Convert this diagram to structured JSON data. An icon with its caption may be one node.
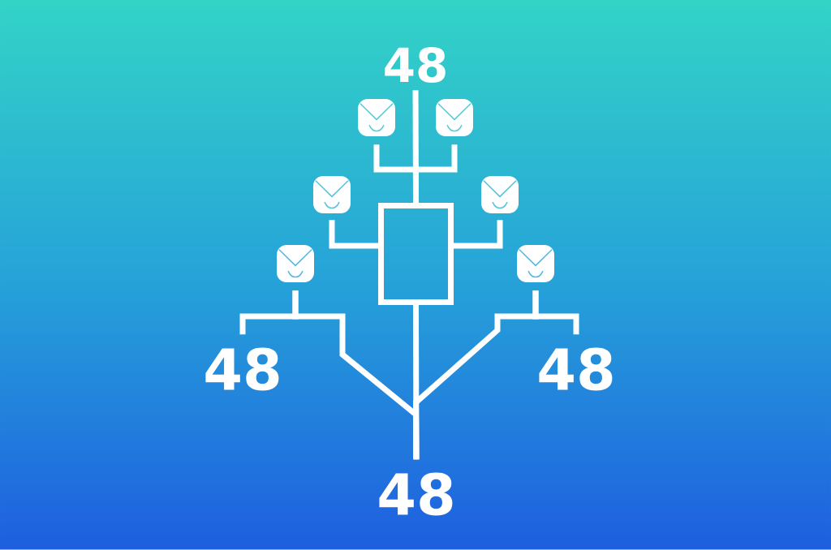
{
  "diagram": {
    "nodes": [
      {
        "text": [
          "48"
        ]
      },
      {
        "text": [],
        "shape": "envelope"
      },
      {
        "text": [],
        "shape": "envelope"
      },
      {
        "text": [],
        "shape": "envelope"
      },
      {
        "text": [],
        "shape": "envelope"
      },
      {
        "text": [],
        "shape": "box"
      },
      {
        "text": [],
        "shape": "envelope"
      },
      {
        "text": [],
        "shape": "envelope"
      },
      {
        "text": [
          "48"
        ]
      },
      {
        "text": [
          "48"
        ]
      },
      {
        "text": [
          "48"
        ]
      }
    ],
    "edges": [
      {
        "from": 0,
        "to": 5,
        "arrow": "none"
      },
      {
        "from": 1,
        "to": 5,
        "arrow": "none"
      },
      {
        "from": 2,
        "to": 5,
        "arrow": "none"
      },
      {
        "from": 3,
        "to": 5,
        "arrow": "none"
      },
      {
        "from": 4,
        "to": 5,
        "arrow": "none"
      },
      {
        "from": 5,
        "to": 10,
        "arrow": "none"
      },
      {
        "from": 6,
        "to": 8,
        "arrow": "none"
      },
      {
        "from": 6,
        "to": 10,
        "arrow": "none"
      },
      {
        "from": 7,
        "to": 9,
        "arrow": "none"
      },
      {
        "from": 7,
        "to": 10,
        "arrow": "none"
      }
    ]
  }
}
